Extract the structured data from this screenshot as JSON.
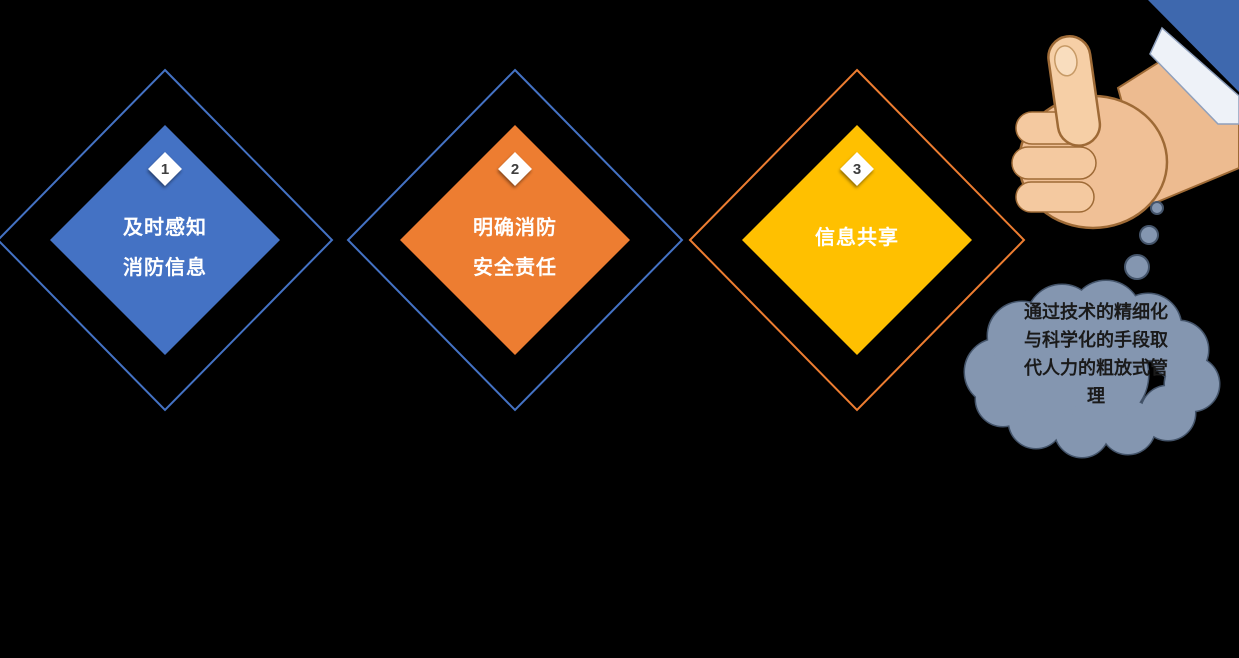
{
  "background_color": "#000000",
  "steps": [
    {
      "number": "1",
      "line1": "及时感知",
      "line2": "消防信息",
      "fill": "#4472C4",
      "outline_color": "#4472C4",
      "text_color": "#FFFFFF"
    },
    {
      "number": "2",
      "line1": "明确消防",
      "line2": "安全责任",
      "fill": "#ED7D31",
      "outline_color": "#4472C4",
      "text_color": "#FFFFFF"
    },
    {
      "number": "3",
      "line1": "信息共享",
      "line2": "",
      "fill": "#FFC000",
      "outline_color": "#ED7D31",
      "text_color": "#FFFFFF"
    }
  ],
  "callout": {
    "text": "通过技术的精细化与科学化的手段取代人力的粗放式管理",
    "fill": "#8496B0",
    "border_color": "#44546A",
    "text_color": "#1A1A1A"
  },
  "icons": {
    "thumbs_up": "thumbs-up-icon"
  }
}
